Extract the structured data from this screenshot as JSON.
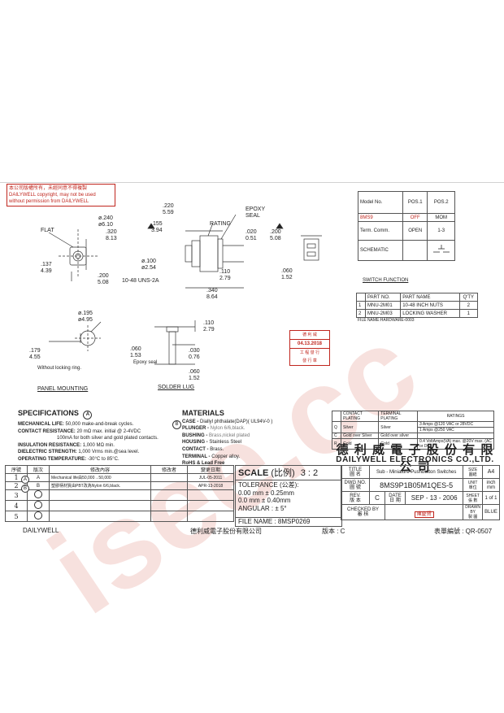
{
  "copyright": {
    "line1": "本公司版權所有，未經同意不得複製",
    "line2": "DAILYWELL copyright, may not be used",
    "line3": "without permission from DAILYWELL"
  },
  "dims": {
    "d240": "ø.240",
    "d610": "ø6.10",
    "flat": "FLAT",
    "d320": ".320",
    "d813": "8.13",
    "d137": ".137",
    "d439": "4.39",
    "d200a": ".200",
    "d508a": "5.08",
    "d220": ".220",
    "d559": "5.59",
    "d155": ".155",
    "d394": "3.94",
    "rating": "RATING",
    "epoxy": "EPOXY",
    "seal": "SEAL",
    "d020": ".020",
    "d051": "0.51",
    "d200b": ".200",
    "d508b": "5.08",
    "d100": "ø.100",
    "d254": "ø2.54",
    "thread": "10-48  UNS-2A",
    "d110a": ".110",
    "d279a": "2.79",
    "d340": ".340",
    "d864": "8.64",
    "d060a": ".060",
    "d152a": "1.52",
    "d195": "ø.195",
    "d495": "ø4.95",
    "d179": ".179",
    "d455": "4.55",
    "without_ring": "Without locking ring.",
    "d110b": ".110",
    "d279b": "2.79",
    "d060b": ".060",
    "d153": "1.53",
    "epoxy_seal": "Epoxy seal",
    "d030": ".030",
    "d076": "0.76",
    "d060c": ".060",
    "d152c": "1.52",
    "panel_mounting": "PANEL MOUNTING",
    "solder_lug": "SOLDER LUG"
  },
  "model_table": {
    "model_no": "Model No.",
    "pos1": "POS.1",
    "pos2": "POS.2",
    "model": "8MS9",
    "off": "OFF",
    "mom": "MOM",
    "term_comm": "Term. Comm.",
    "open": "OPEN",
    "t13": "1-3",
    "schematic": "SCHEMATIC"
  },
  "switch_function": "SWITCH  FUNCTION",
  "parts": {
    "headers": [
      "PART NO.",
      "PART NAME",
      "Q'TY"
    ],
    "rows": [
      [
        "1",
        "MNU-2M01",
        "10-48 INCH NUTS",
        "2"
      ],
      [
        "2",
        "MNU-2M03",
        "LOCKING WASHER",
        "1"
      ]
    ],
    "file": "FILE NAME:HARDWARE-0003"
  },
  "date_stamp": {
    "line1": "德 利 威",
    "date": "04.13.2018",
    "line3": "工 程 發 行",
    "line4": "發 行 章"
  },
  "specs": {
    "title": "SPECIFICATIONS",
    "mark": "A",
    "l1k": "MECHANICAL LIFE:",
    "l1v": " 50,000 make-and-break cycles.",
    "l2k": "CONTACT RESISTANCE:",
    "l2v": " 20 mΩ max. initial @ 2-4VDC",
    "l3v": "100mA for both silver and gold plated contacts.",
    "l4k": "INSULATION RESISTANCE:",
    "l4v": " 1,000 MΩ min.",
    "l5k": "DIELECTRIC STRENGTH:",
    "l5v": " 1,000 Vrms min.@sea level.",
    "l6k": "OPERATING TEMPERATURE:",
    "l6v": " -30°C to 85°C."
  },
  "materials": {
    "title": "MATERIALS",
    "mark": "B",
    "m1k": "CASE - ",
    "m1v": "Diallyl phthalate(DAP)( UL94V-0 )",
    "m2k": "PLUNGER - ",
    "m2v": "Nylon 6/6,black.",
    "m3k": "BUSHING - ",
    "m3v": "Brass,nickel plated",
    "m4k": "HOUSING - ",
    "m4v": "Stainless Steel",
    "m5k": "CONTACT - ",
    "m5v": "Brass.",
    "m6k": "TERMINAL - ",
    "m6v": "Copper alloy.",
    "m7k": "RoHS & Lead Free"
  },
  "plating": {
    "headers": [
      "CONTACT PLATING",
      "TERMINAL PLATING",
      "RATINGS"
    ],
    "rows": [
      [
        "Q",
        "Silver",
        "Silver",
        "3 Amps @120 VAC or 28VDC"
      ],
      [
        "",
        "",
        "",
        "1 Amps @250 VAC"
      ],
      [
        "C",
        "Gold over Silver",
        "Gold over silver",
        ""
      ],
      [
        "R",
        "Gold",
        "Gold",
        "0.4 VoltAmps(VA) max. @20V max. (AC or DC)"
      ]
    ]
  },
  "company": {
    "cn": "德 利 威 電 子 股 份 有 限 公 司",
    "en": "DAILYWELL  ELECTRONICS  CO.,LTD."
  },
  "revisions": {
    "headers": [
      "序號",
      "版次",
      "修改內容",
      "修改者",
      "變更日期"
    ],
    "rows": [
      [
        "1",
        "A",
        "Mechanical life由50,000→50,000",
        "",
        "JUL-05-2011"
      ],
      [
        "2",
        "B",
        "塑膠柄材質由PBT改為Nylon 6/6,black.",
        "",
        "APR-13-2018"
      ],
      [
        "3",
        "",
        "",
        "",
        ""
      ],
      [
        "4",
        "",
        "",
        "",
        ""
      ],
      [
        "5",
        "",
        "",
        "",
        ""
      ]
    ]
  },
  "scale": {
    "label": "SCALE",
    "cn": "(比例)",
    "value": "3 : 2"
  },
  "tolerance": {
    "label": "TOLERANCE (公差):",
    "l1": "0.00  mm ± 0.25mm",
    "l2": "0.0    mm ± 0.40mm",
    "l3": "ANGULAR : ± 5°",
    "file": "FILE NAME : 8MSP0269"
  },
  "title_block": {
    "title_l": "TITLE",
    "title_cn": "圖 名",
    "title_v": "Sub - Miniature Pushbutton Switches",
    "size_l": "SIZE",
    "size_cn": "圖紙",
    "size_v": "A4",
    "dwg_l": "DWG NO.",
    "dwg_cn": "圖 號",
    "dwg_v": "8MS9P1B05M1QES-5",
    "unit_l": "UNIT",
    "unit_cn": "單位",
    "unit_v": "inch mm",
    "rev_l": "REV.",
    "rev_cn": "版 本",
    "rev_v": "C",
    "date_l": "DATE",
    "date_cn": "日 期",
    "date_v": "SEP - 13 - 2006",
    "sheet_l": "SHEET",
    "sheet_cn": "張 數",
    "sheet_v": "1 of 1",
    "checked_l": "CHECKED BY",
    "checked_cn": "審 核",
    "checked_v": "陳慶賢",
    "drawn_l": "DRAWN BY",
    "drawn_cn": "製 圖",
    "drawn_v": "BLUE"
  },
  "footer": {
    "brand": "DAILYWELL",
    "company": "德利威電子股份有限公司",
    "version": "版本 : C",
    "form": "表單編號 : QR-0507"
  },
  "watermark": "isee.cc"
}
